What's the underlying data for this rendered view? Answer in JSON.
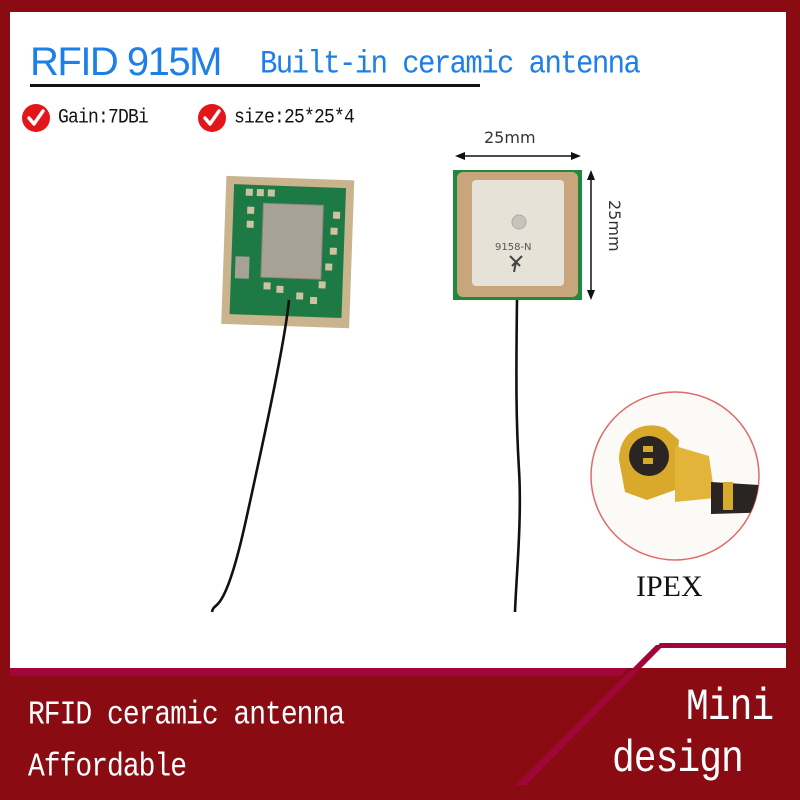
{
  "header": {
    "title_main": "RFID 915M",
    "title_sub": "Built-in ceramic antenna"
  },
  "features": [
    {
      "icon": "check-circle-icon",
      "label": "Gain:7DBi"
    },
    {
      "icon": "check-circle-icon",
      "label": "size:25*25*4"
    }
  ],
  "product": {
    "width_label": "25mm",
    "height_label": "25mm",
    "chip_marking": "9158-N",
    "connector_label": "IPEX"
  },
  "footer": {
    "line1": "RFID ceramic antenna",
    "line2": "Affordable",
    "badge_line1": "Mini",
    "badge_line2": "design"
  },
  "colors": {
    "frame": "#8a0c12",
    "accent_stripe": "#a0063a",
    "title_blue": "#1e7fe6",
    "check_red": "#e4141b"
  }
}
